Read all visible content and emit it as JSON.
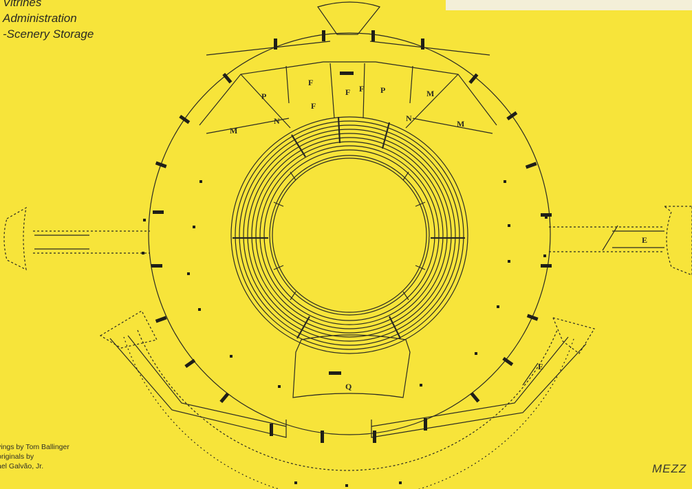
{
  "legend": {
    "partial_top": "Vitrines",
    "item_administration": "Administration",
    "item_scenery": "-Scenery Storage"
  },
  "credits": {
    "line1": "vings by Tom Ballinger",
    "line2": "originals by",
    "line3": "ael Galvão, Jr."
  },
  "sheet_title": "MEZZ",
  "room_labels": {
    "M_left": "M",
    "P_left": "P",
    "F_top_left": "F",
    "F_mid_left": "F",
    "F_center": "F",
    "F_right": "F",
    "P_right": "P",
    "M_top_right": "M",
    "M_right": "M",
    "N_left": "N",
    "N_right": "N",
    "E_east": "E",
    "E_southeast": "E",
    "Q_south": "Q"
  },
  "colors": {
    "paper": "#f7e43a",
    "ink": "#2a2a22"
  }
}
